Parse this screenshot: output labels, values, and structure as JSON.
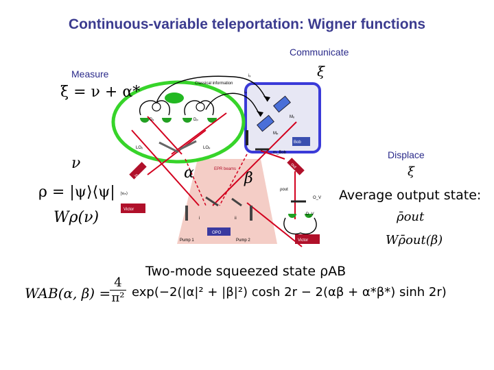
{
  "title": "Continuous-variable teleportation: Wigner functions",
  "labels": {
    "communicate": "Communicate",
    "measure": "Measure",
    "displace": "Displace",
    "xi_top": "ξ",
    "xi_right": "ξ"
  },
  "equations": {
    "xi_eq": "ξ = ν + α*",
    "nu": "ν",
    "rho_eq": "ρ = |ψ⟩⟨ψ|",
    "w_rho": "Wρ(ν)",
    "alpha": "α",
    "beta": "β",
    "avg_output": "Average output state:",
    "rho_out": "ρ̄out",
    "w_out": "Wρ̄out(β)",
    "tmss": "Two-mode squeezed state ρAB",
    "wab_lhs": "WAB(α, β) =",
    "wab_frac_num": "4",
    "wab_frac_den": "π²",
    "wab_rhs": "exp(−2(|α|² + |β|²) cosh 2r − 2(αβ + α*β*) sinh 2r)"
  },
  "diagram": {
    "classical_info": "Classical information",
    "ix": "iₓ",
    "ip": "iₚ",
    "dx": "Dₓ",
    "dp": "Dₚ",
    "lox": "LOₓ",
    "lop": "LOₚ",
    "mx": "Mₓ",
    "mp": "Mₚ",
    "bob": "Bob",
    "tm": "m_Bob",
    "epr": "EPR beams",
    "vin": "|vᵢₙ⟩",
    "victor": "Victor",
    "opo": "OPO",
    "pump1": "Pump 1",
    "pump2": "Pump 2",
    "i_label": "i",
    "ii_label": "ii",
    "rho_out_small": "ρout",
    "ov": "O_V",
    "dv": "D_V",
    "in": "in",
    "out": "out"
  },
  "colors": {
    "title": "#3b3b8f",
    "green_ellipse": "#37d42a",
    "bob_box": "#3a3ad8",
    "bob_fill": "#e7e7f4",
    "pink": "#f3c8c0",
    "red_beam": "#d2001e",
    "victor_box": "#b0102a"
  }
}
